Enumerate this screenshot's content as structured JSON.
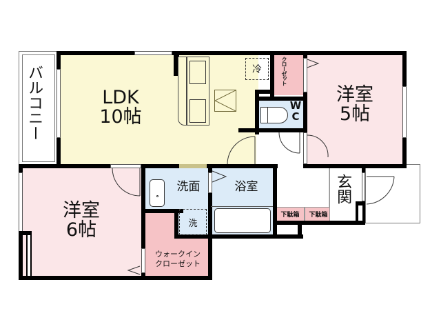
{
  "colors": {
    "ldk": "#fbf8d4",
    "bedroom": "#fbe6e8",
    "closet": "#f6c3c6",
    "wet_area": "#dcebf8",
    "wall": "#000000",
    "outline": "#555555",
    "white": "#ffffff"
  },
  "rooms": {
    "balcony": {
      "label": "バルコニー"
    },
    "ldk": {
      "name": "LDK",
      "size": "10帖"
    },
    "bedroom5": {
      "name": "洋室",
      "size": "5帖"
    },
    "bedroom6": {
      "name": "洋室",
      "size": "6帖"
    },
    "closet_top": {
      "label": "クローゼット"
    },
    "wc": {
      "label_line1": "W",
      "label_line2": "C"
    },
    "washroom": {
      "label": "洗面"
    },
    "bathroom": {
      "label": "浴室"
    },
    "walkin_closet": {
      "line1": "ウォークイン",
      "line2": "クローゼット"
    },
    "entrance": {
      "label": "玄関"
    },
    "shoe_box_1": {
      "label": "下駄箱"
    },
    "shoe_box_2": {
      "label": "下駄箱"
    }
  },
  "fixtures": {
    "fridge": {
      "label": "冷"
    },
    "washer": {
      "label": "洗"
    }
  }
}
